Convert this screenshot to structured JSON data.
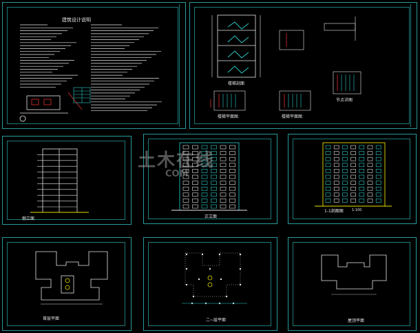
{
  "sheets": {
    "design_notes": {
      "title": "建筑设计说明"
    },
    "stair_details": {
      "label_section": "楼梯剖面",
      "label_plan1": "楼梯平面图",
      "label_plan2": "楼梯平面图",
      "label_detail": "节点详图"
    },
    "side_elevation": {
      "label": "侧立面"
    },
    "front_elevation": {
      "label": "正立面"
    },
    "section_1_1": {
      "label": "1-1剖面图",
      "scale": "1:100"
    },
    "ground_floor_plan": {
      "label": "首层平面"
    },
    "typical_floor_plan": {
      "label": "二~层平面"
    },
    "roof_plan": {
      "label": "屋顶平面"
    }
  },
  "watermark": {
    "main": "土木在线",
    "sub": "COM"
  },
  "colors": {
    "background": "#000000",
    "frame": "#2a9a9a",
    "line_white": "#e8e8e8",
    "line_cyan": "#2fd0d0",
    "line_yellow": "#e8e000",
    "line_red": "#e03030",
    "line_magenta": "#d040d0"
  }
}
